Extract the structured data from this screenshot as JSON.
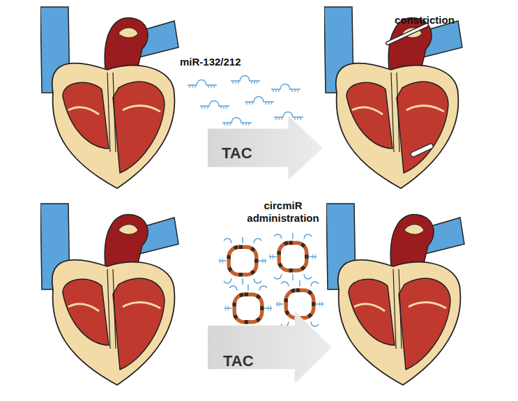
{
  "diagram": {
    "nodes": [
      {
        "text": [
          "TAC"
        ]
      },
      {
        "text": [
          "TAC"
        ]
      }
    ],
    "labels": [
      "miR-132/212",
      "constriction",
      "circmiR administration"
    ]
  }
}
